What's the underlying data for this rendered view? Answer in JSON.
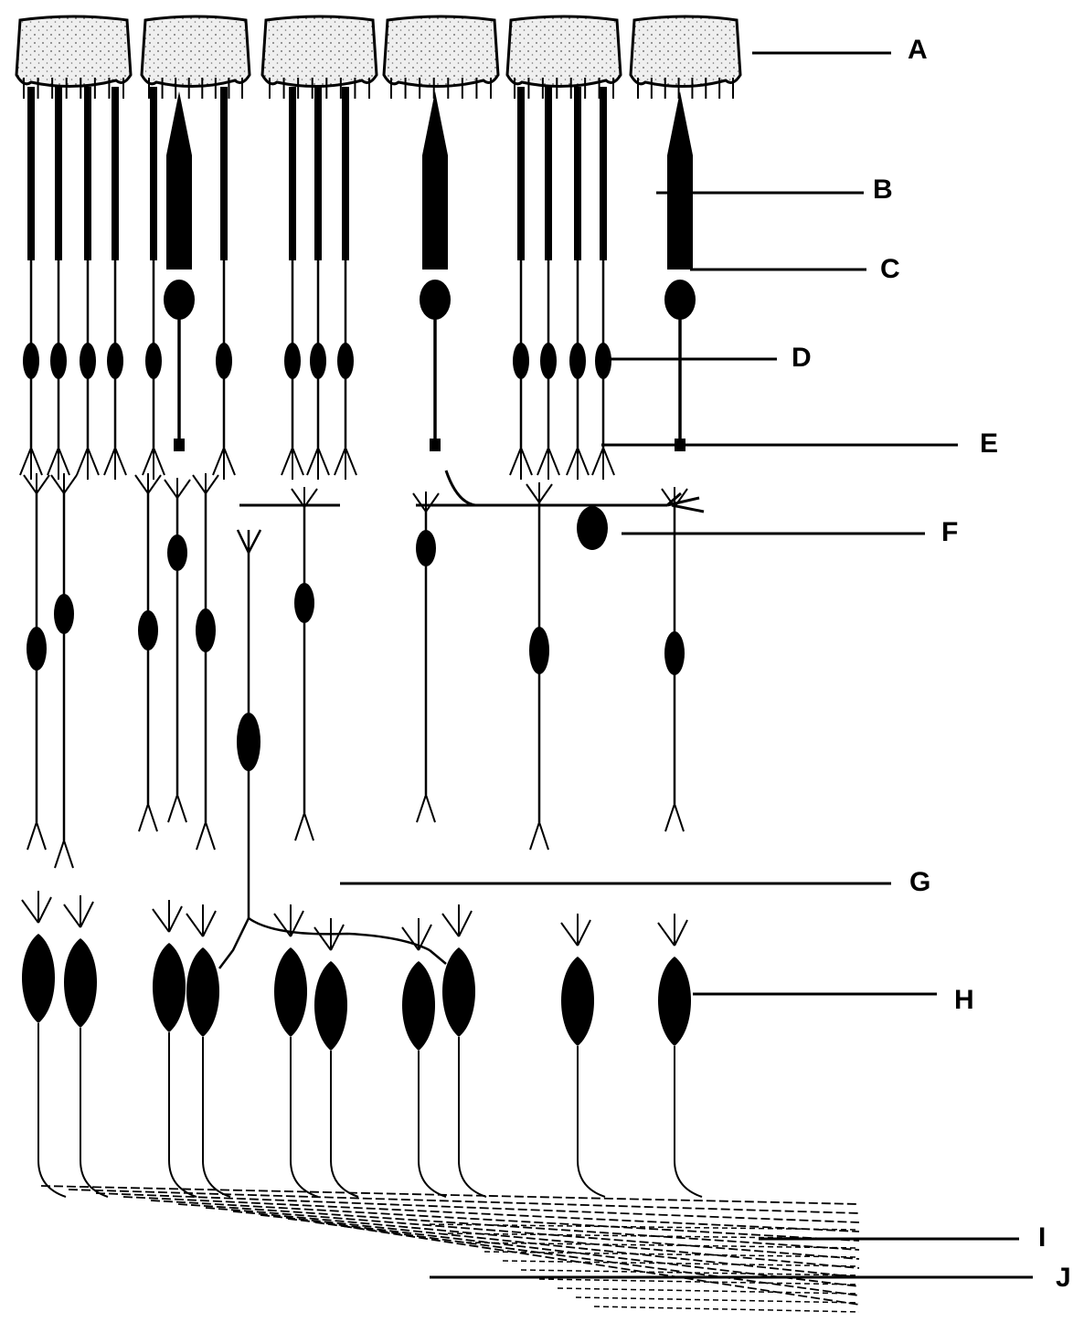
{
  "labels": {
    "A": "A",
    "B": "B",
    "C": "C",
    "D": "D",
    "E": "E",
    "F": "F",
    "G": "G",
    "H": "H",
    "I": "I",
    "J": "J"
  },
  "colors": {
    "ink": "#000000",
    "pigment_fill": "#e6e6e6",
    "background": "#ffffff"
  }
}
